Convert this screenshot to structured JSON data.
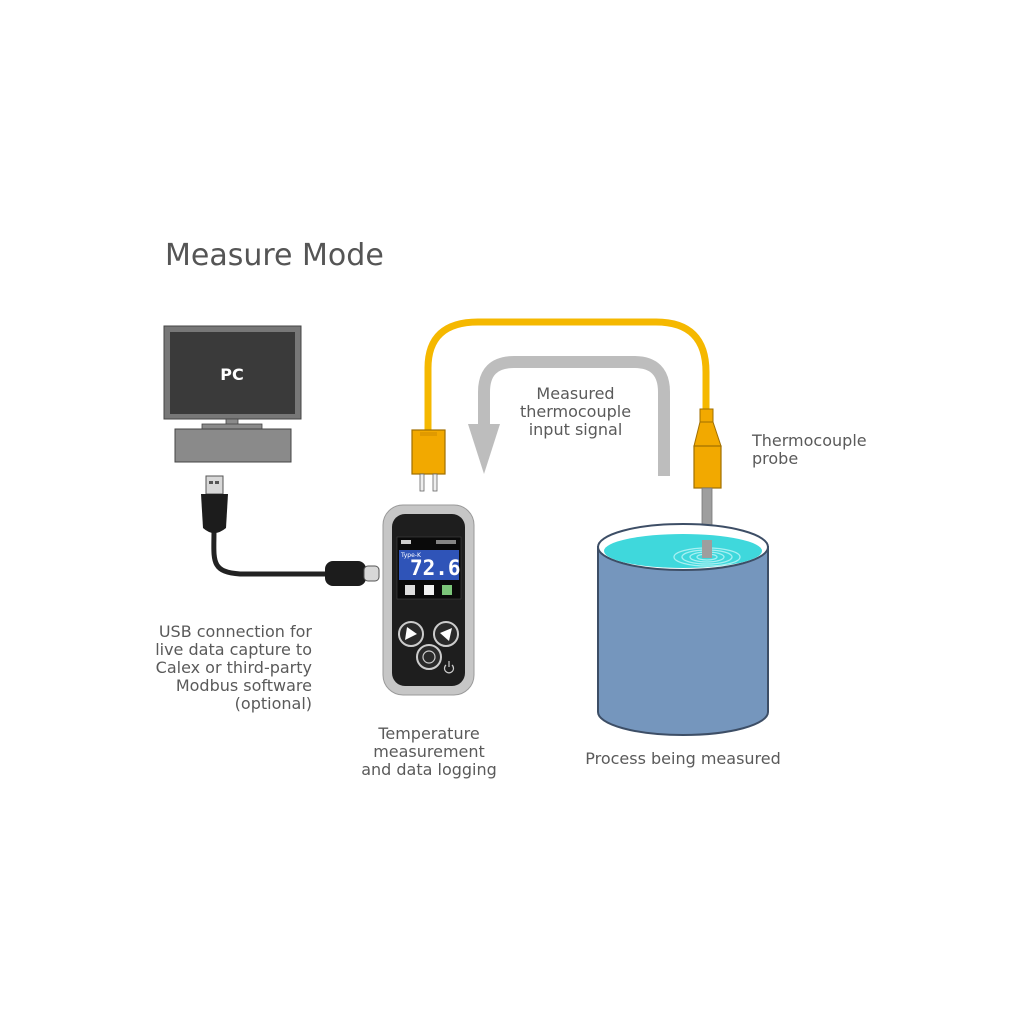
{
  "title": "Measure Mode",
  "pc": {
    "label": "PC"
  },
  "device": {
    "screen_type": "Type-K",
    "reading": "72.6",
    "label_lines": [
      "Temperature",
      "measurement",
      "and data logging"
    ]
  },
  "usb": {
    "label_lines": [
      "USB connection for",
      "live data capture to",
      "Calex or third-party",
      "Modbus software",
      "(optional)"
    ]
  },
  "signal": {
    "label_lines": [
      "Measured",
      "thermocouple",
      "input signal"
    ]
  },
  "probe": {
    "label_lines": [
      "Thermocouple",
      "probe"
    ]
  },
  "process": {
    "label": "Process being measured"
  },
  "colors": {
    "cable_yellow": "#f5b800",
    "connector_orange": "#f2a900",
    "arrow_gray": "#bdbdbd",
    "tank_blue": "#7596bd",
    "liquid_cyan": "#3fd8dc",
    "pc_dark": "#3a3a3a",
    "pc_frame": "#777777",
    "device_gray": "#c6c6c6"
  }
}
